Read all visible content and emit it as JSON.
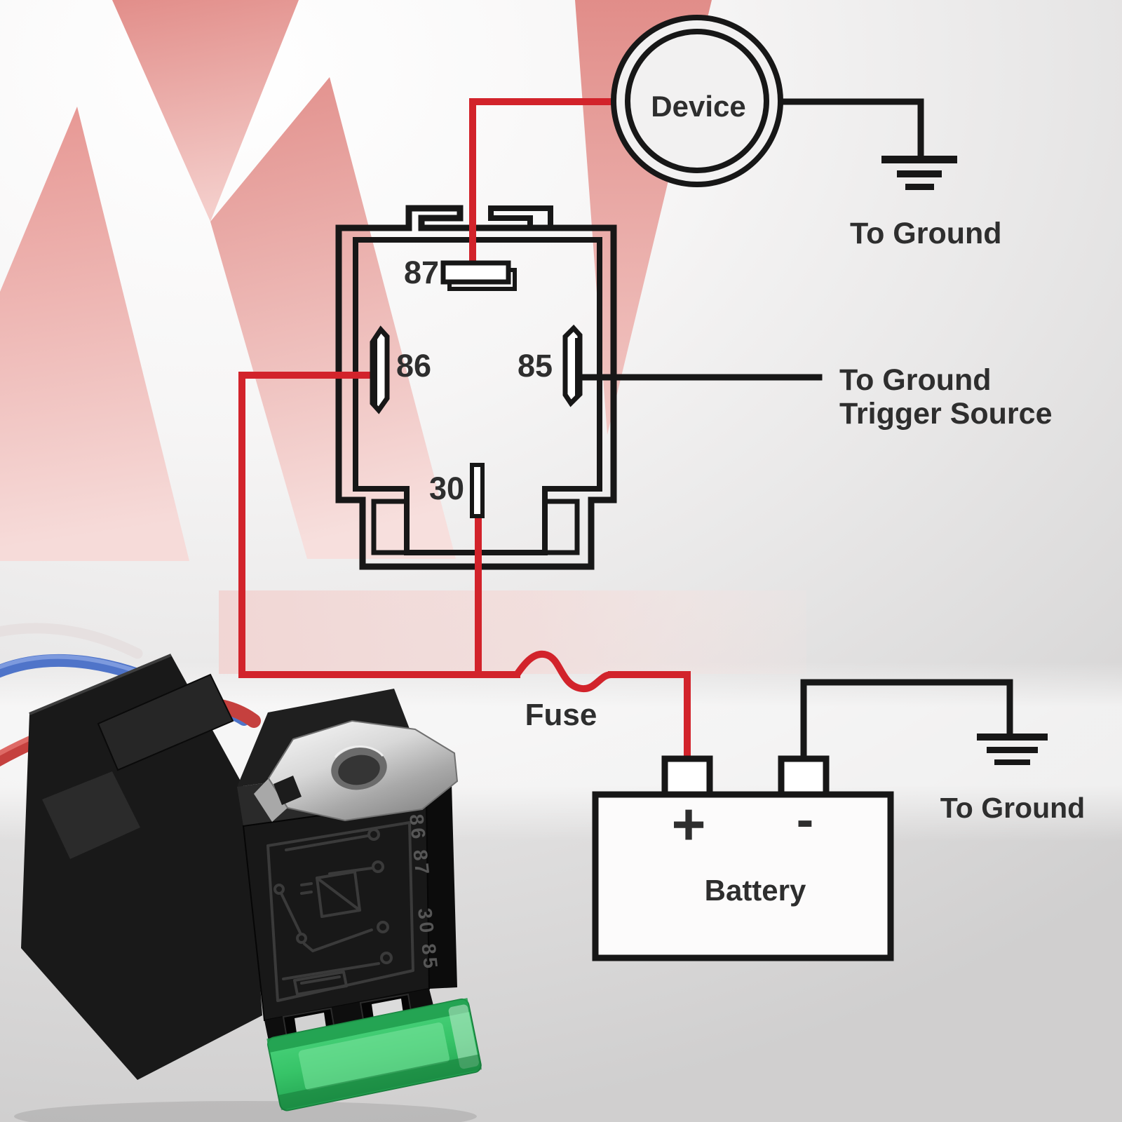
{
  "image_type": "automotive relay harness wiring diagram product image",
  "colors": {
    "wire_red": "#d2232b",
    "wire_black": "#171717",
    "label_text": "#2e2e2e",
    "watermark_pink": "#e59692",
    "fuse_green": "#3ecb6f",
    "metal_silver": "#c9c9c9"
  },
  "schematic": {
    "device_label": "Device",
    "pins": {
      "p87": "87",
      "p86": "86",
      "p85": "85",
      "p30": "30"
    },
    "ground_top_label": "To Ground",
    "trigger_line1": "To Ground",
    "trigger_line2": "Trigger Source",
    "fuse_label": "Fuse",
    "battery_label": "Battery",
    "battery_plus": "+",
    "battery_minus": "-",
    "ground_bottom_label": "To Ground"
  },
  "photo": {
    "marking_top": "86 87",
    "marking_bottom": "30 85"
  }
}
